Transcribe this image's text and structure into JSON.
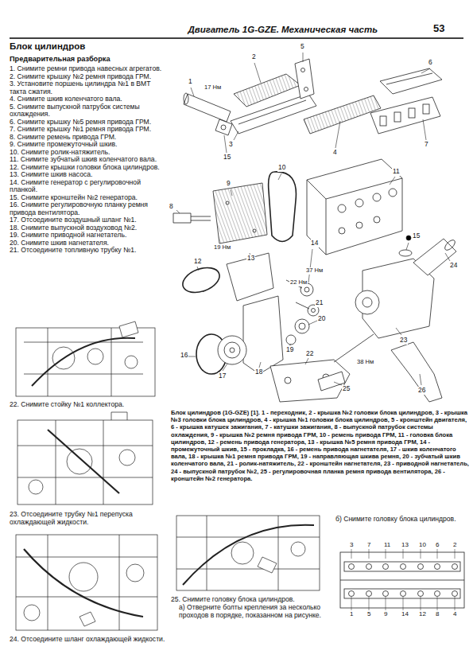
{
  "diagram": {
    "title": "Блок цилиндров",
    "caption": "Блок цилиндров (1G-GZE) [1]. 1 - переходник, 2 - крышка №2 головки блока цилиндров, 3 - крышка №3 головки блока цилиндров, 4 - крышка №1 головки блока цилиндров, 5 - кронштейн двигателя, 6 - крышка катушек зажигания, 7 - катушки зажигания, 8 - выпускной патрубок системы охлаждения, 9 - крышка №2 ремня привода ГРМ, 10 - ремень привода ГРМ, 11 - головка блока цилиндров, 12 - ремень привода генератора, 13 - крышка №5 ремня привода ГРМ, 14 - промежуточный шкив, 15 - прокладка, 16 - ремень привода нагнетателя, 17 - шкив коленчатого вала, 18 - крышка №1 ремня привода ГРМ, 19 - направляющая шкива ремня, 20 - зубчатый шкив коленчатого вала, 21 - ролик-натяжитель, 22 - кронштейн нагнетателя, 23 - приводной нагнетатель, 24 - выпускной патрубок №2, 25 - регулировочная планка ремня привода вентилятора, 26 - кронштейн №2 генератора.",
    "labels": [
      "Двигатель 1G-GZE. Механическая часть",
      "53",
      "Предварительная разборка",
      "1. Снимите ремни привода навесных агрегатов.",
      "2. Снимите крышку №2 ремня привода ГРМ.",
      "3. Установите поршень цилиндра №1 в ВМТ такта сжатия.",
      "4. Снимите шкив коленчатого вала.",
      "5. Снимите выпускной патрубок системы охлаждения.",
      "6. Снимите крышку №5 ремня привода ГРМ.",
      "7. Снимите крышку №1 ремня привода ГРМ.",
      "8. Снимите ремень привода ГРМ.",
      "9. Снимите промежуточный шкив.",
      "10. Снимите ролик-натяжитель.",
      "11. Снимите зубчатый шкив коленчатого вала.",
      "12. Снимите крышки головки блока цилиндров.",
      "13. Снимите шкив насоса.",
      "14. Снимите генератор с регулировочной планкой.",
      "15. Снимите кронштейн №2 генератора.",
      "16. Снимите регулировочную планку ремня привода вентилятора.",
      "17. Отсоедините воздушный шланг №1.",
      "18. Снимите выпускной воздуховод №2.",
      "19. Снимите приводной нагнетатель.",
      "20. Снимите шкив нагнетателя.",
      "21. Отсоедините топливную трубку №1.",
      "22. Снимите стойку №1 коллектора.",
      "23. Отсоедините трубку №1 перепуска охлаждающей жидкости.",
      "24. Отсоедините шланг охлаждающей жидкости.",
      "25. Снимите головку блока цилиндров.",
      "а) Отверните болты крепления за несколько проходов в порядке, показанном на рисунке.",
      "б) Снимите головку блока цилиндров.",
      "1",
      "17 Нм",
      "2",
      "5",
      "6",
      "3",
      "4",
      "7",
      "15",
      "9",
      "10",
      "11",
      "8",
      "19 Нм",
      "13",
      "12",
      "14",
      "37 Нм",
      "15",
      "22 Нм",
      "24",
      "21",
      "20",
      "16",
      "19",
      "22",
      "23",
      "38 Нм",
      "17",
      "18",
      "25",
      "26",
      "3",
      "7",
      "11",
      "13",
      "10",
      "6",
      "2",
      "1",
      "5",
      "9",
      "14",
      "12",
      "8",
      "4"
    ]
  }
}
